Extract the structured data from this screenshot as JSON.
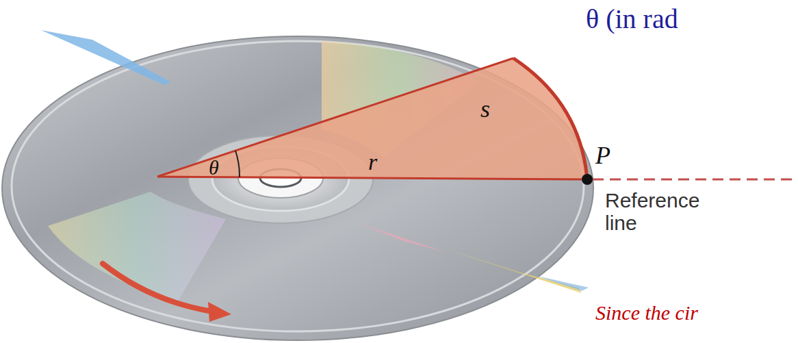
{
  "diagram": {
    "labels": [
      "θ (in rad",
      "s",
      "θ",
      "r",
      "P",
      "Reference line",
      "Since the cir"
    ]
  }
}
